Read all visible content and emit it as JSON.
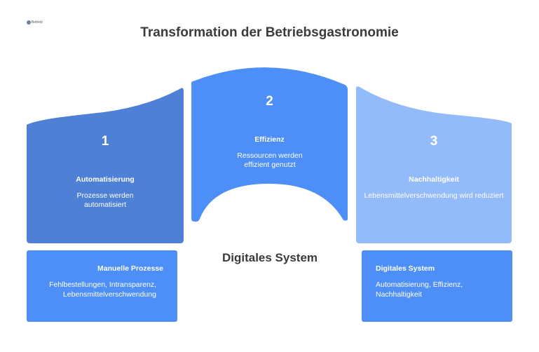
{
  "logo": {
    "text": "Betrieb"
  },
  "title": "Transformation der Betriebsgastronomie",
  "pillars": [
    {
      "number": "1",
      "label": "Automatisierung",
      "description": "Prozesse werden automatisiert",
      "color": "#4e80d6"
    },
    {
      "number": "2",
      "label": "Effizienz",
      "description": "Ressourcen werden effizient genutzt",
      "color": "#4d8ff6"
    },
    {
      "number": "3",
      "label": "Nachhaltigkeit",
      "description": "Lebensmittelverschwendung wird reduziert",
      "color": "#94bbf9"
    }
  ],
  "center_title": "Digitales System",
  "boxes": [
    {
      "title": "Manuelle Prozesse",
      "description": "Fehlbestellungen, Intransparenz, Lebensmittelverschwendung",
      "color": "#4d8ff6"
    },
    {
      "title": "Digitales System",
      "description": "Automatisierung, Effizienz, Nachhaltigkeit",
      "color": "#4d8ff6"
    }
  ]
}
